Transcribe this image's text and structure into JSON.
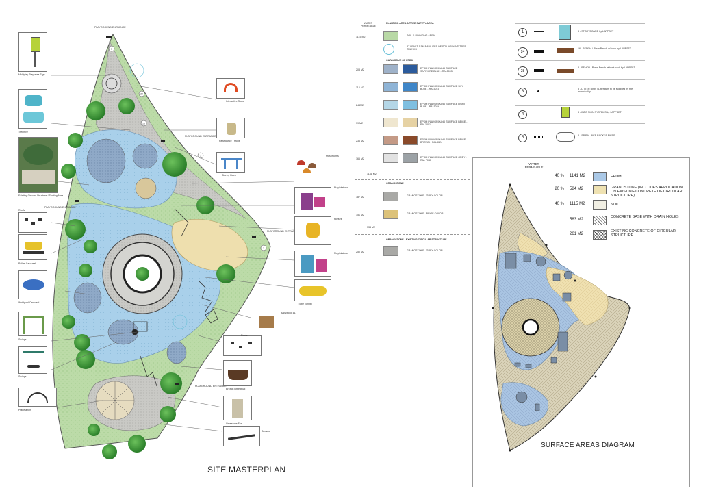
{
  "colors": {
    "grass": "#b9d9a6",
    "epdm_blue": "#aac8e6",
    "granostone_beige": "#e9d7a8",
    "granostone_grey": "#b8b8b4",
    "tree": "#3f9a3a",
    "soil": "#f1efe3"
  },
  "masterplan": {
    "title": "SITE MASTERPLAN",
    "entrance_label": "PLAYGROUND ENTRANCE",
    "markers": [
      "24",
      "28",
      "5",
      "3",
      "2"
    ],
    "left_items": [
      "Multiplay Play area Sign",
      "Treehive",
      "Existing Circular Structure / Seating Area",
      "Roofs",
      "Pallas Carousel",
      "Whirlpool Carousel",
      "Swings",
      "Swings",
      "Planetarium"
    ],
    "right_items": [
      "Interactive Stone",
      "Pawsdance Throne",
      "Stormy Deep",
      "Mushrooms",
      "Playinkstown",
      "Horses",
      "Playinkstown",
      "Tube Tunnel",
      "Babywood #1",
      "Roofs",
      "Breach Little Boat",
      "Limestone Fort",
      "Seesaw"
    ]
  },
  "legend": {
    "header_water": "WATER PERMEABLE",
    "section_planting": "PLANTING AREA & TREE SAFETY AREA",
    "planting_rows": [
      {
        "area": "1115 M2",
        "label": "SOIL & PLANTING AREA",
        "color": "#b9d9a6"
      },
      {
        "area": "",
        "label": "AT LEAST 1.5M RADIUSES OF SOIL AROUND TREE TRUNKS",
        "color": "#ffffff"
      }
    ],
    "section_epdm": "CATALOGUE OF EPDM",
    "epdm_rows": [
      {
        "area": "203 M2",
        "label": "EPDM PLAYGROUND SURFACE SAPPHIRE BLUE - RAL5003",
        "color": "#2c5b9c"
      },
      {
        "area": "113 M2",
        "label": "EPDM PLAYGROUND SURFACE SKY BLUE - RAL5015",
        "color": "#3f86c8"
      },
      {
        "area": "244M2",
        "label": "EPDM PLAYGROUND SURFACE LIGHT BLUE - RAL5024",
        "color": "#7fbfe0"
      },
      {
        "area": "79 M2",
        "label": "EPDM PLAYGROUND SURFACE BEIGE - RAL1001",
        "color": "#e6d2a4"
      },
      {
        "area": "236 M2",
        "label": "EPDM PLAYGROUND SURFACE BEIGE - BROWN - RAL8024",
        "color": "#8a4a2a"
      },
      {
        "area": "166 M2",
        "label": "EPDM PLAYGROUND SURFACE GREY - RAL 7040",
        "color": "#9ca2a6"
      }
    ],
    "epdm_total": "1141 M2",
    "section_granostone": "GRANOSTONE",
    "granostone_rows": [
      {
        "area": "187 M2",
        "label": "GRANOSTONE - GREY COLOR",
        "color": "#a9a9a6"
      },
      {
        "area": "151 M2",
        "label": "GRANOSTONE - BEIGE COLOR",
        "color": "#dcc27a"
      }
    ],
    "granostone_total": "334 M2",
    "section_existing": "GRANOSTONE - EXISTING CIRCULAR STRUCTURE",
    "existing_rows": [
      {
        "area": "250 M2",
        "label": "GRANOSTONE - GREY COLOR",
        "color": "#a9a9a6"
      }
    ]
  },
  "symbols": [
    {
      "num": "1",
      "label": "3 - STORYBOARD by LAPPSET"
    },
    {
      "num": "24",
      "label": "16 - BENCH / Plaza Bench w/ back by LAPPSET"
    },
    {
      "num": "28",
      "label": "8 - BENCH / Plaza Bench without back by LAPPSET"
    },
    {
      "num": "3",
      "label": "8 - LITTER BINS / Litter Bins to be supplied by the municipality"
    },
    {
      "num": "4",
      "label": "3 - INFO SIGN SYSTEMS by LAPPSET"
    },
    {
      "num": "5",
      "label": "3 - SPIRAL BIKE RACK 11 BIKES"
    }
  ],
  "surface": {
    "title": "SURFACE AREAS DIAGRAM",
    "header": "WATER PERMEABLE",
    "rows": [
      {
        "pct": "40 %",
        "area": "1141 M2",
        "label": "EPDM",
        "color": "#aac8e6",
        "pattern": "none"
      },
      {
        "pct": "20 %",
        "area": "584 M2",
        "label": "GRANOSTONE (INCLUDES APPLICATION ON EXISTING CONCRETE OF CIRCULAR STRUCTURE)",
        "color": "#efe2b2",
        "pattern": "none"
      },
      {
        "pct": "40 %",
        "area": "1115 M2",
        "label": "SOIL",
        "color": "#f1efe3",
        "pattern": "none"
      },
      {
        "pct": "",
        "area": "583 M2",
        "label": "CONCRETE BASE WITH DRAIN HOLES",
        "color": "#ffffff",
        "pattern": "hatch"
      },
      {
        "pct": "",
        "area": "261 M2",
        "label": "EXISTING CONCRETE OF CIRCULAR STRUCTURE",
        "color": "#ffffff",
        "pattern": "cross"
      }
    ]
  }
}
